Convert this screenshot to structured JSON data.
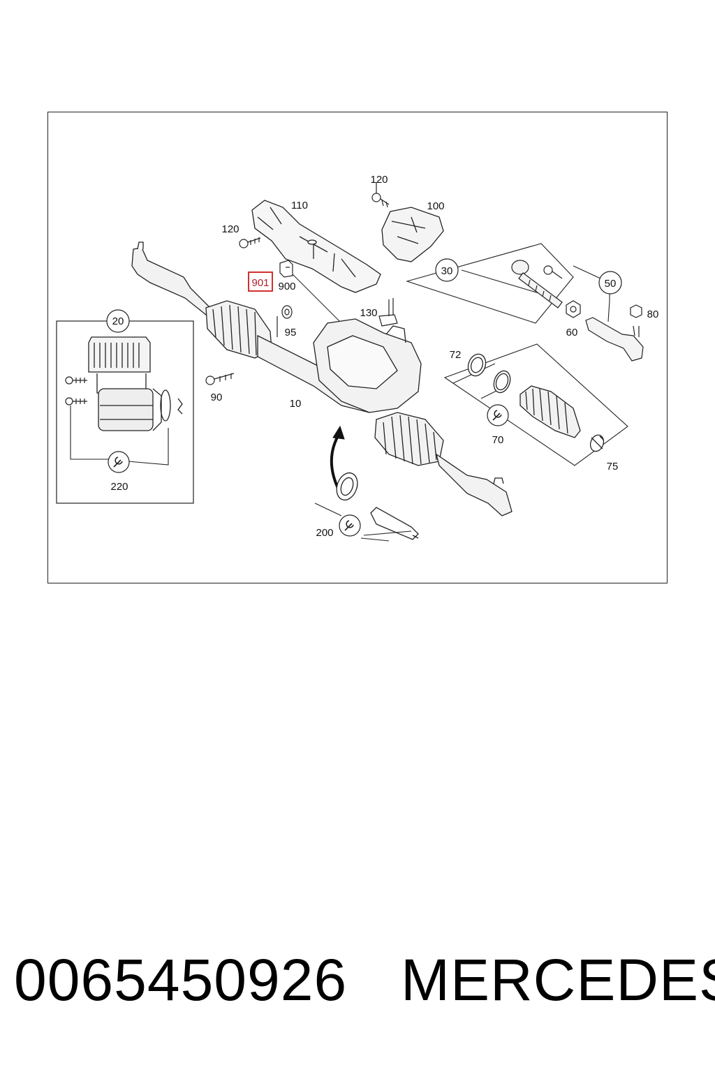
{
  "diagram": {
    "callouts": {
      "c120a": "120",
      "c120b": "120",
      "c110": "110",
      "c100": "100",
      "c900": "900",
      "c901": "901",
      "c95": "95",
      "c130": "130",
      "c90": "90",
      "c10": "10",
      "c72": "72",
      "c70": "70",
      "c75": "75",
      "c60": "60",
      "c80": "80",
      "c200": "200",
      "c220": "220"
    },
    "circled": {
      "g20": "20",
      "g30": "30",
      "g50": "50"
    },
    "highlight_color": "#d32f2f"
  },
  "footer": {
    "part_number": "0065450926",
    "brand": "MERCEDES"
  }
}
